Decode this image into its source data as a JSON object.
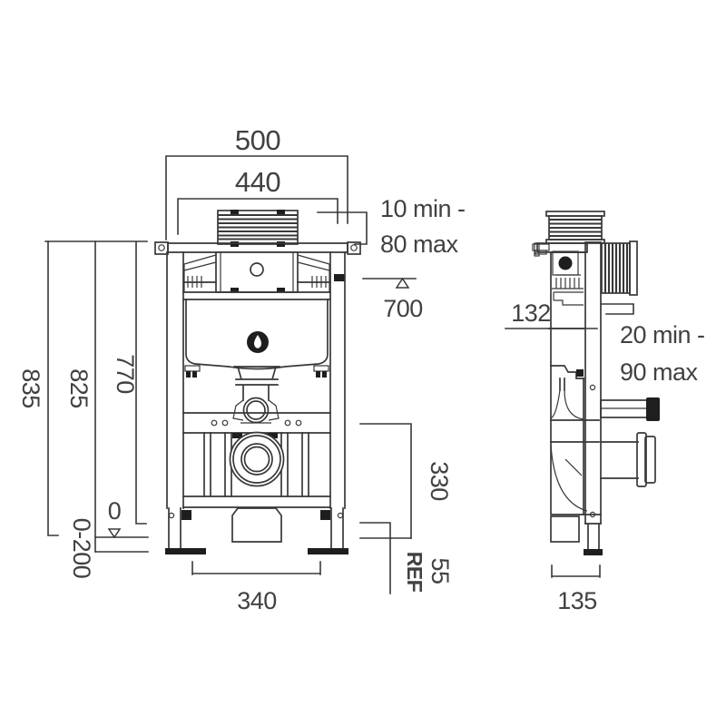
{
  "drawing_title": "wall-hung-frame-installation-dimensions",
  "labels": {
    "front": {
      "width_outer": "500",
      "width_inner": "440",
      "plate_depth_line1": "10 min -",
      "plate_depth_line2": "80 max",
      "level_700": "700",
      "height_835": "835",
      "height_825": "825",
      "height_770": "770",
      "zero_level": "0",
      "leg_adjust_range": "0-200",
      "outlet_height": "330",
      "ref_value": "55",
      "ref_label": "REF",
      "foot_span": "340"
    },
    "side": {
      "depth_132": "132",
      "wall_depth_line1": "20 min -",
      "wall_depth_line2": "90 max",
      "base_depth": "135"
    }
  },
  "colors": {
    "line": "#383838",
    "text": "#414141",
    "fill_dark": "#1e1e1e",
    "background": "#ffffff"
  }
}
